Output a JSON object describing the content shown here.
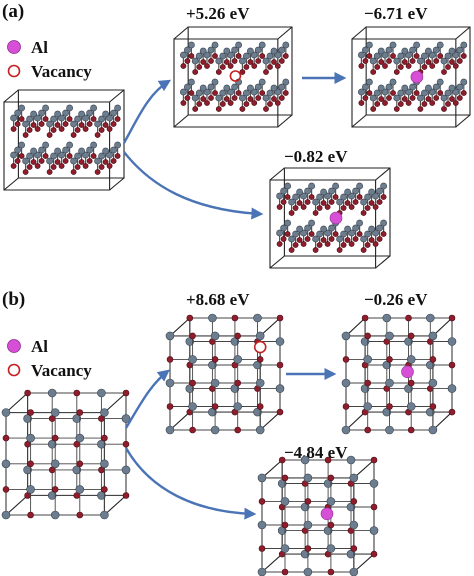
{
  "colors": {
    "al": "#d64fd6",
    "vacancy": "#c42020",
    "oxygen": "#8f1d2b",
    "metal": "#6c7d8f",
    "arrow": "#4a74b6",
    "frame": "#222222"
  },
  "panel_a": {
    "label": "(a)",
    "legend": {
      "al_label": "Al",
      "vacancy_label": "Vacancy"
    },
    "energy_vacancy": "+5.26 eV",
    "energy_fill": "−6.71 eV",
    "energy_interstitial": "−0.82 eV"
  },
  "panel_b": {
    "label": "(b)",
    "legend": {
      "al_label": "Al",
      "vacancy_label": "Vacancy"
    },
    "energy_vacancy": "+8.68 eV",
    "energy_fill": "−0.26 eV",
    "energy_interstitial": "−4.84 eV"
  }
}
